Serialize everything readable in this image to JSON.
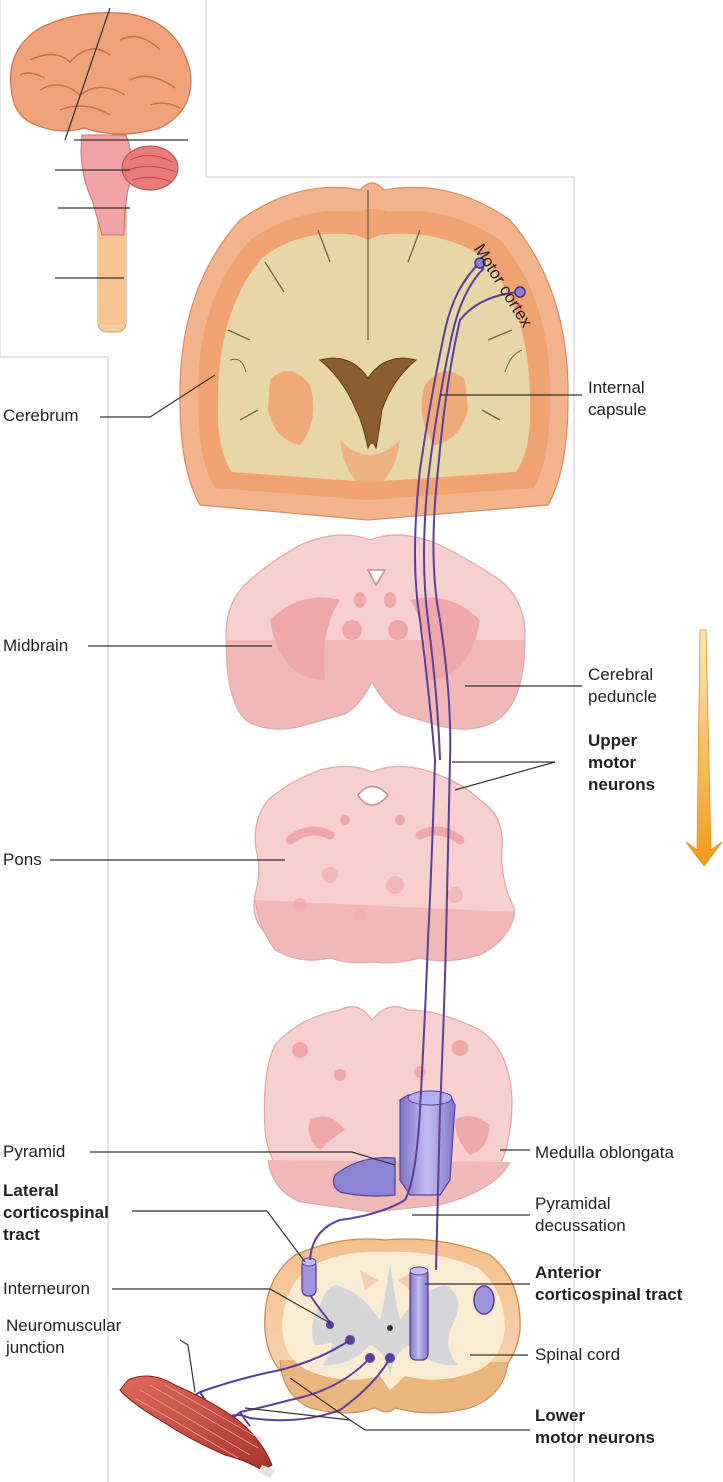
{
  "diagram": {
    "motor_cortex": "Motor cortex",
    "labels": {
      "cerebrum": "Cerebrum",
      "internal_capsule": "Internal\ncapsule",
      "midbrain": "Midbrain",
      "cerebral_peduncle": "Cerebral\npeduncle",
      "upper_motor_neurons": "Upper\nmotor\nneurons",
      "pons": "Pons",
      "pyramid": "Pyramid",
      "medulla_oblongata": "Medulla oblongata",
      "lateral_corticospinal_tract": "Lateral\ncorticospinal\ntract",
      "pyramidal_decussation": "Pyramidal\ndecussation",
      "interneuron": "Interneuron",
      "anterior_corticospinal_tract": "Anterior\ncorticospinal tract",
      "neuromuscular_junction": "Neuromuscular\njunction",
      "spinal_cord": "Spinal cord",
      "lower_motor_neurons": "Lower\nmotor neurons"
    },
    "colors": {
      "tract_purple": "#5b3f99",
      "tract_fill": "#9e95de",
      "tissue_pink": "#f6cfcf",
      "cortex_orange": "#f0a270",
      "white_matter": "#e6d6a8",
      "arrow_orange": "#f39a1c"
    }
  }
}
